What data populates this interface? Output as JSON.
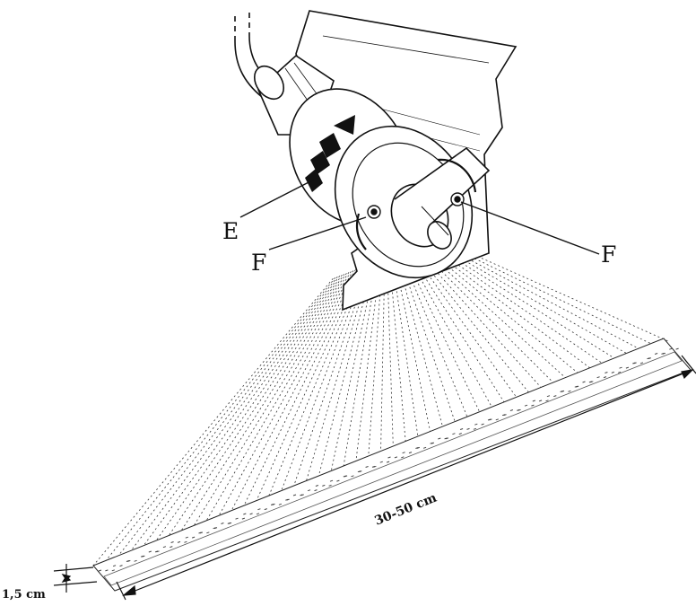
{
  "labels": {
    "e": "E",
    "f_left": "F",
    "f_right": "F"
  },
  "dimensions": {
    "width": "30-50 cm",
    "strip": "1,5 cm"
  },
  "colors": {
    "ink": "#111111",
    "paper": "#ffffff"
  }
}
